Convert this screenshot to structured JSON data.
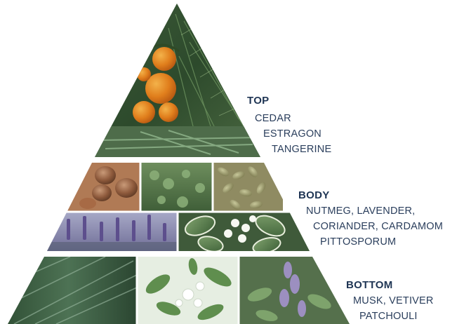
{
  "pyramid": {
    "tiers": [
      {
        "label": "TOP",
        "notes": [
          "CEDAR",
          "ESTRAGON",
          "TANGERINE"
        ]
      },
      {
        "label": "BODY",
        "notes": [
          "NUTMEG, LAVENDER,",
          "CORIANDER, CARDAMOM",
          "PITTOSPORUM"
        ]
      },
      {
        "label": "BOTTOM",
        "notes": [
          "MUSK, VETIVER",
          "PATCHOULI"
        ]
      }
    ],
    "colors": {
      "label_text": "#1f3554",
      "note_text": "#2a3e5c"
    }
  }
}
